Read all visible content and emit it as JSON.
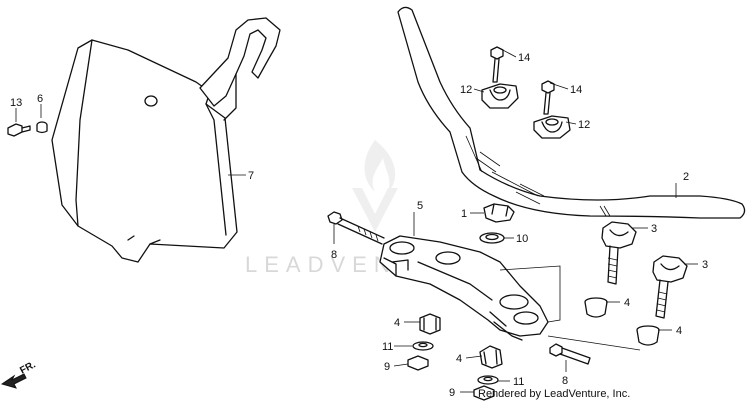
{
  "watermark": {
    "text": "LEADVENTURE"
  },
  "credit": "Rendered by LeadVenture, Inc.",
  "front_indicator": "FR.",
  "callouts": {
    "c13": "13",
    "c6": "6",
    "c7": "7",
    "c14a": "14",
    "c12a": "12",
    "c14b": "14",
    "c12b": "12",
    "c2": "2",
    "c5": "5",
    "c1": "1",
    "c10": "10",
    "c8a": "8",
    "c3a": "3",
    "c3b": "3",
    "c4a": "4",
    "c4b": "4",
    "c4c": "4",
    "c11a": "11",
    "c9a": "9",
    "c4d": "4",
    "c11b": "11",
    "c9b": "9",
    "c8b": "8"
  }
}
